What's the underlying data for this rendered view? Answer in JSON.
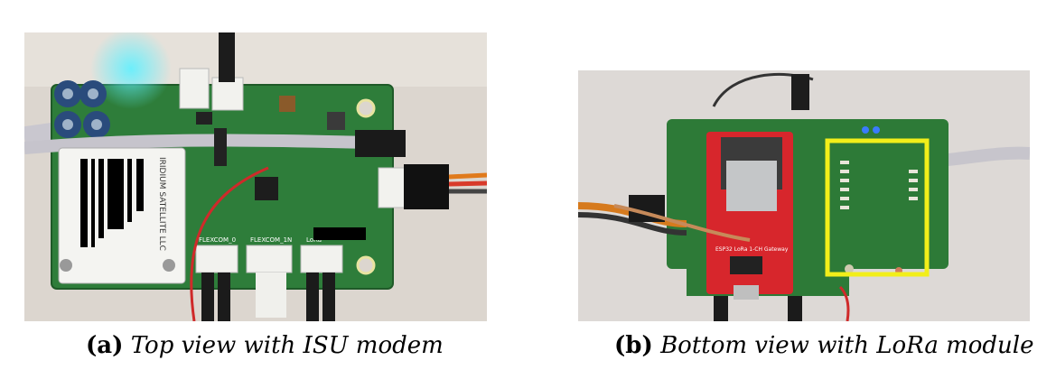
{
  "figure": {
    "panels": [
      {
        "label": "(a)",
        "caption": "Top view with ISU modem",
        "photo": {
          "modem_text": "IRIDIUM SATELLITE LLC",
          "connector_labels": [
            "FLEXCOM_0",
            "FLEXCOM_1N",
            "LoRa"
          ]
        }
      },
      {
        "label": "(b)",
        "caption": "Bottom view with LoRa module",
        "photo": {
          "module_text": "ESP32 LoRa 1-CH Gateway",
          "highlight_color": "#f2ee1a"
        }
      }
    ]
  }
}
